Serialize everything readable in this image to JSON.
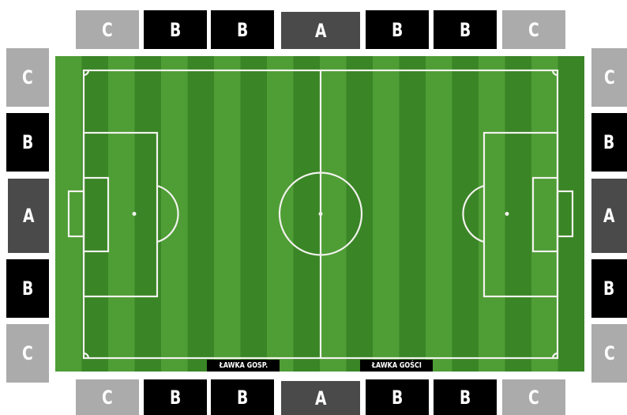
{
  "colors": {
    "A": "#4a4a4a",
    "B": "#000000",
    "C": "#ababab",
    "grass_dark": "#3a8526",
    "grass_light": "#4e9d35",
    "lines": "#f2f2ee"
  },
  "stands": {
    "top": [
      {
        "id": "top-1",
        "category": "C",
        "label": "C"
      },
      {
        "id": "top-2",
        "category": "B",
        "label": "B"
      },
      {
        "id": "top-3",
        "category": "B",
        "label": "B"
      },
      {
        "id": "top-4",
        "category": "A",
        "label": "A"
      },
      {
        "id": "top-5",
        "category": "B",
        "label": "B"
      },
      {
        "id": "top-6",
        "category": "B",
        "label": "B"
      },
      {
        "id": "top-7",
        "category": "C",
        "label": "C"
      }
    ],
    "bottom": [
      {
        "id": "bottom-1",
        "category": "C",
        "label": "C"
      },
      {
        "id": "bottom-2",
        "category": "B",
        "label": "B"
      },
      {
        "id": "bottom-3",
        "category": "B",
        "label": "B"
      },
      {
        "id": "bottom-4",
        "category": "A",
        "label": "A"
      },
      {
        "id": "bottom-5",
        "category": "B",
        "label": "B"
      },
      {
        "id": "bottom-6",
        "category": "B",
        "label": "B"
      },
      {
        "id": "bottom-7",
        "category": "C",
        "label": "C"
      }
    ],
    "left": [
      {
        "id": "left-1",
        "category": "C",
        "label": "C"
      },
      {
        "id": "left-2",
        "category": "B",
        "label": "B"
      },
      {
        "id": "left-3",
        "category": "A",
        "label": "A"
      },
      {
        "id": "left-4",
        "category": "B",
        "label": "B"
      },
      {
        "id": "left-5",
        "category": "C",
        "label": "C"
      }
    ],
    "right": [
      {
        "id": "right-1",
        "category": "C",
        "label": "C"
      },
      {
        "id": "right-2",
        "category": "B",
        "label": "B"
      },
      {
        "id": "right-3",
        "category": "A",
        "label": "A"
      },
      {
        "id": "right-4",
        "category": "B",
        "label": "B"
      },
      {
        "id": "right-5",
        "category": "C",
        "label": "C"
      }
    ]
  },
  "benches": {
    "home": "ŁAWKA GOSP.",
    "away": "ŁAWKA GOŚCI"
  }
}
